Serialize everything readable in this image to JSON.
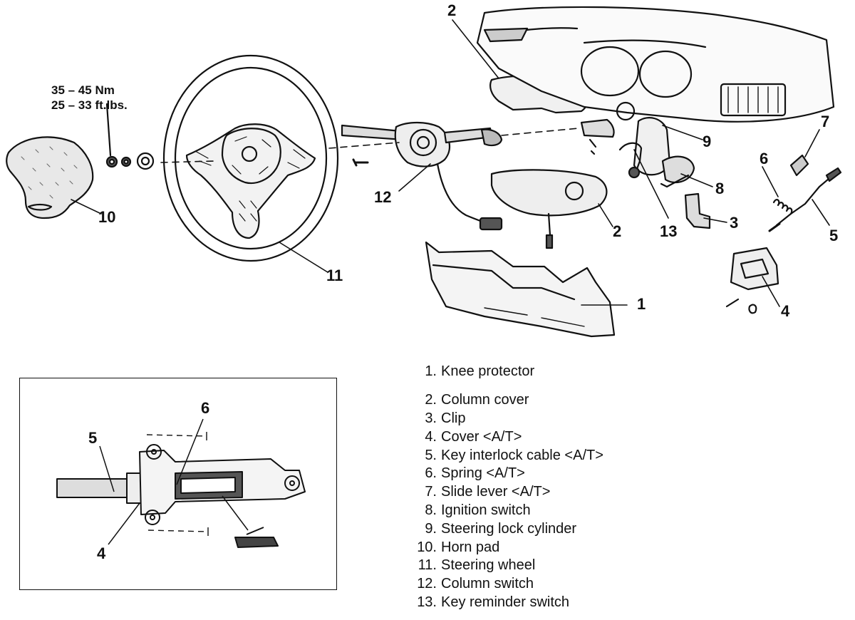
{
  "torque_spec": {
    "line1": "35 – 45 Nm",
    "line2": "25 – 33 ft.lbs."
  },
  "callouts": {
    "c1": "1",
    "c2a": "2",
    "c2b": "2",
    "c3": "3",
    "c4": "4",
    "c5": "5",
    "c6": "6",
    "c7": "7",
    "c8": "8",
    "c9": "9",
    "c10": "10",
    "c11": "11",
    "c12": "12",
    "c13": "13"
  },
  "inset": {
    "c4": "4",
    "c5": "5",
    "c6": "6"
  },
  "legend": [
    {
      "num": "1.",
      "label": "Knee protector"
    },
    {
      "num": "2.",
      "label": "Column cover"
    },
    {
      "num": "3.",
      "label": "Clip"
    },
    {
      "num": "4.",
      "label": "Cover <A/T>"
    },
    {
      "num": "5.",
      "label": "Key interlock cable <A/T>"
    },
    {
      "num": "6.",
      "label": "Spring <A/T>"
    },
    {
      "num": "7.",
      "label": "Slide lever <A/T>"
    },
    {
      "num": "8.",
      "label": "Ignition switch"
    },
    {
      "num": "9.",
      "label": "Steering lock cylinder"
    },
    {
      "num": "10.",
      "label": "Horn pad"
    },
    {
      "num": "11.",
      "label": "Steering wheel"
    },
    {
      "num": "12.",
      "label": "Column switch"
    },
    {
      "num": "13.",
      "label": "Key reminder switch"
    }
  ]
}
